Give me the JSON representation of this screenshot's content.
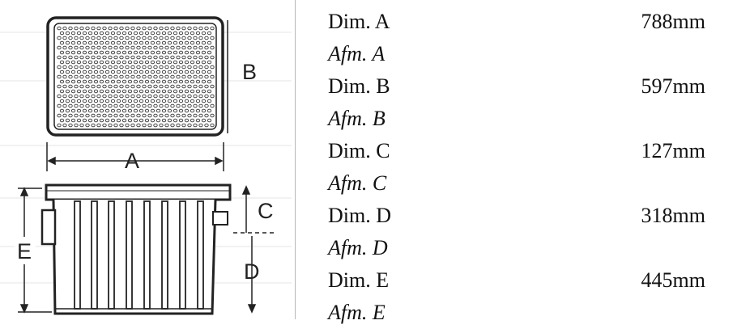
{
  "diagram": {
    "labels": {
      "a": "A",
      "b": "B",
      "c": "C",
      "d": "D",
      "e": "E"
    }
  },
  "dimensions": [
    {
      "name": "Dim. A",
      "value": "788mm",
      "subtitle": "Afm. A"
    },
    {
      "name": "Dim. B",
      "value": "597mm",
      "subtitle": "Afm. B"
    },
    {
      "name": "Dim. C",
      "value": "127mm",
      "subtitle": "Afm. C"
    },
    {
      "name": "Dim. D",
      "value": "318mm",
      "subtitle": "Afm. D"
    },
    {
      "name": "Dim. E",
      "value": "445mm",
      "subtitle": "Afm. E"
    }
  ],
  "colors": {
    "line": "#222222",
    "faint_background_text": "#e4e4e4",
    "divider": "#b8b8b8"
  }
}
